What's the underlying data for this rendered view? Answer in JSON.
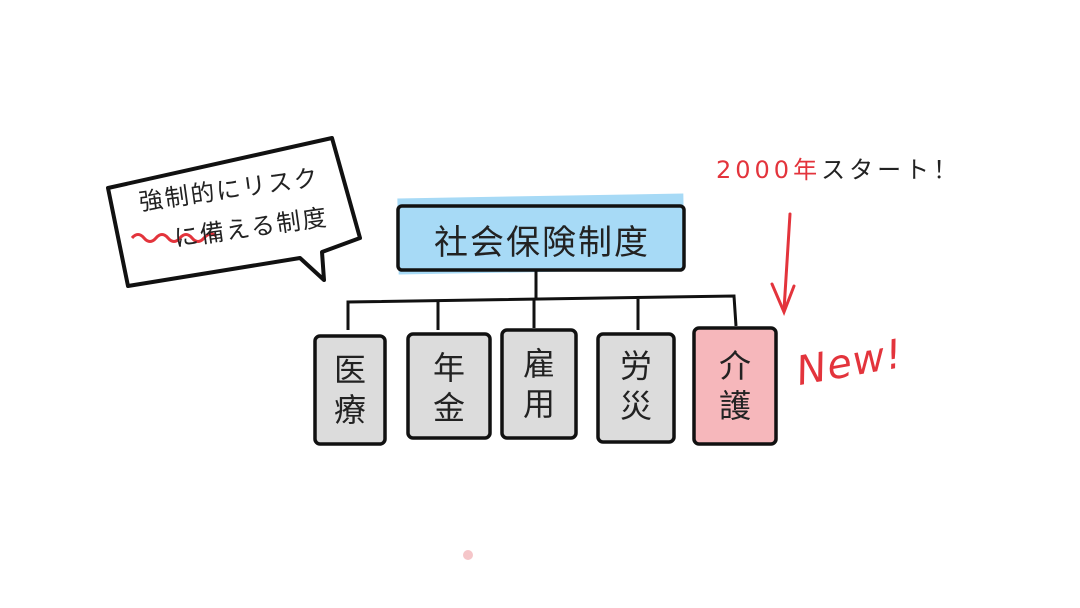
{
  "bubble": {
    "line1": "強制的にリスク",
    "line2": "に備える制度"
  },
  "root": {
    "label": "社会保険制度",
    "color": "#a7daf6"
  },
  "branches": [
    {
      "line1": "医",
      "line2": "療",
      "highlight": false
    },
    {
      "line1": "年",
      "line2": "金",
      "highlight": false
    },
    {
      "line1": "雇",
      "line2": "用",
      "highlight": false
    },
    {
      "line1": "労",
      "line2": "災",
      "highlight": false
    },
    {
      "line1": "介",
      "line2": "護",
      "highlight": true
    }
  ],
  "annotation": {
    "year": "2000年",
    "rest": "スタート！",
    "new_label": "New!"
  },
  "colors": {
    "accent_red": "#e3343c",
    "branch_fill": "#dcdcdc",
    "highlight_fill": "#f6b7bb"
  },
  "icons": [
    "speech-bubble-icon",
    "down-arrow-icon"
  ]
}
